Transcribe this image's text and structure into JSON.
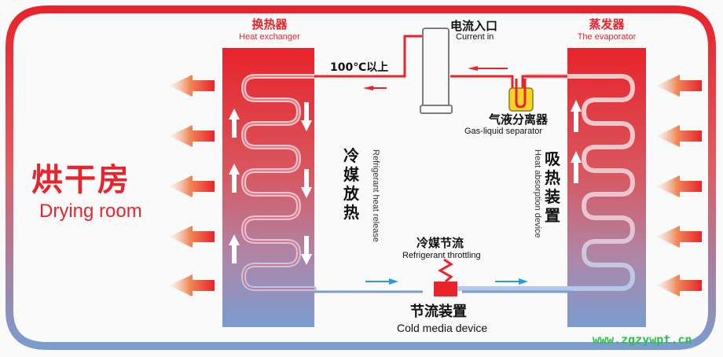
{
  "diagram": {
    "title": {
      "cn": "烘干房",
      "en": "Drying room"
    },
    "heat_exchanger": {
      "cn": "换热器",
      "en": "Heat exchanger"
    },
    "evaporator": {
      "cn": "蒸发器",
      "en": "The evaporator"
    },
    "current_in": {
      "cn": "电流入口",
      "en": "Current in"
    },
    "temperature_label": "100℃以上",
    "gas_liquid_separator": {
      "cn": "气液分离器",
      "en": "Gas-liquid separator"
    },
    "refrigerant_heat_release": {
      "cn": [
        "冷",
        "媒",
        "放",
        "热"
      ],
      "en": "Refrigerant heat release"
    },
    "heat_absorption_device": {
      "cn": [
        "吸",
        "热",
        "装",
        "置"
      ],
      "en": "Heat absorption device"
    },
    "refrigerant_throttling": {
      "cn": "冷媒节流",
      "en": "Refrigerant throttling"
    },
    "cold_media_device": {
      "cn": "节流装置",
      "en": "Cold media device"
    },
    "watermark": "www.zgzywpt.cn",
    "colors": {
      "hot": "#e8232b",
      "cold": "#7b9ccf",
      "flow_arrow": "#2a9bd6",
      "separator": "#f5d425",
      "watermark": "#2fc24a"
    }
  }
}
